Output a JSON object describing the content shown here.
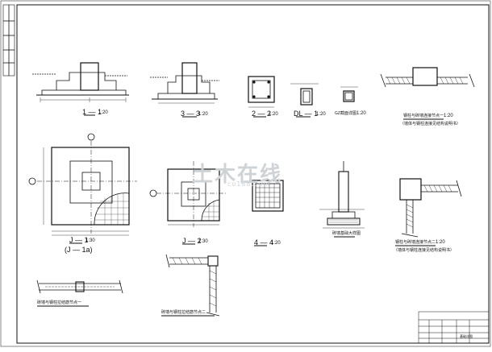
{
  "watermark": {
    "cn": "土木在线",
    "en": "co188.com"
  },
  "sections": {
    "s11": {
      "label": "1 — 1",
      "scale": "1:20"
    },
    "s33": {
      "label": "3 — 3",
      "scale": "1:20"
    },
    "s22": {
      "label": "2 — 2",
      "scale": "1:20"
    },
    "dl1": {
      "label": "DL — 1",
      "scale": "1:20"
    },
    "gz": {
      "label": "GZ截面详图",
      "scale": "1:20"
    },
    "node1": {
      "label": "钢柱与砖墙连接节点一",
      "scale": "1:20",
      "note": "（墙体与钢柱连接见结构说明书）"
    },
    "j1": {
      "label": "J — 1",
      "sub": "(J — 1a)",
      "scale": "1:30"
    },
    "j2": {
      "label": "J — 2",
      "scale": "1:30"
    },
    "s44": {
      "label": "4 — 4",
      "scale": "1:20"
    },
    "wall": {
      "label": "砖墙基础大样图"
    },
    "node2": {
      "label": "钢柱与砖墙连接节点二",
      "scale": "1:20",
      "note": "（墙体与钢柱连接见结构说明书）"
    },
    "node3": {
      "label": "砖墙与钢柱拉结筋节点一",
      "scale": ""
    },
    "node4": {
      "label": "砖墙与钢柱拉结筋节点二",
      "scale": ""
    }
  },
  "titleblock": {
    "drawing": "基础详图"
  }
}
